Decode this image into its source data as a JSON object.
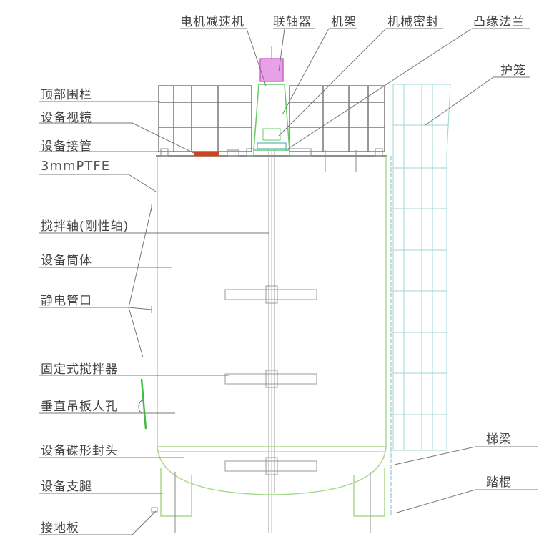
{
  "labels_top": [
    "电机减速机",
    "联轴器",
    "机架",
    "机械密封",
    "凸缘法兰"
  ],
  "labels_right": [
    "护笼",
    "梯梁",
    "踏棍"
  ],
  "labels_left": [
    "顶部围栏",
    "设备视镜",
    "设备接管",
    "3mmPTFE",
    "搅拌轴(刚性轴)",
    "设备筒体",
    "静电管口",
    "固定式搅拌器",
    "垂直吊板人孔",
    "设备碟形封头",
    "设备支腿",
    "接地板"
  ],
  "colors": {
    "line": "#8a8a8a",
    "vessel": "#a9d98a",
    "motor": "#d060d0",
    "frame": "#66cc66",
    "cage": "#9fd6d0",
    "sightglass": "#cc4422"
  }
}
